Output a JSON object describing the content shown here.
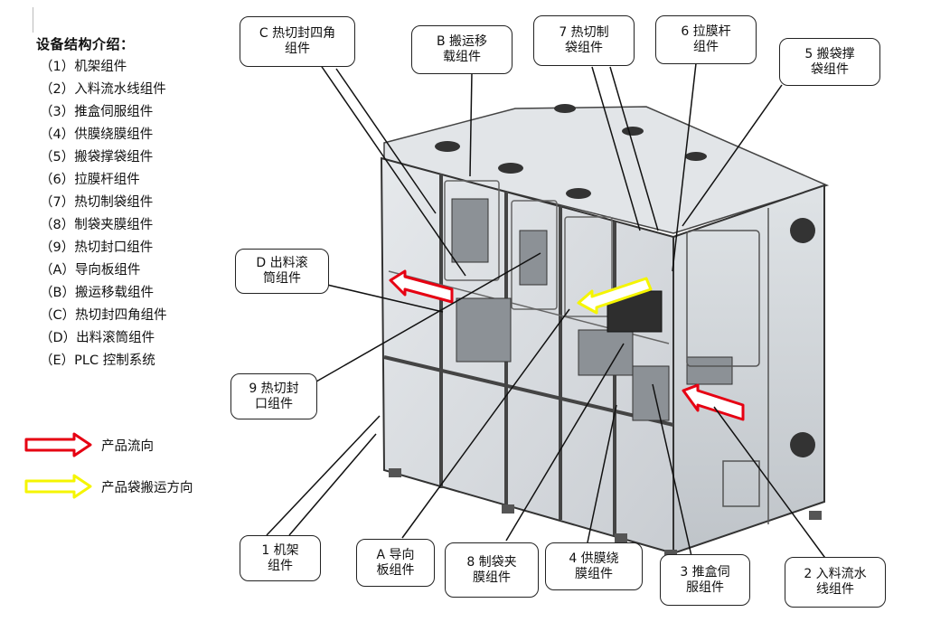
{
  "legend": {
    "title": "设备结构介绍：",
    "items": [
      "（1）机架组件",
      "（2）入料流水线组件",
      "（3）推盒伺服组件",
      "（4）供膜绕膜组件",
      "（5）搬袋撑袋组件",
      "（6）拉膜杆组件",
      "（7）热切制袋组件",
      "（8）制袋夹膜组件",
      "（9）热切封口组件",
      "（A）导向板组件",
      "（B）搬运移载组件",
      "（C）热切封四角组件",
      "（D）出料滚筒组件",
      "（E）PLC 控制系统"
    ]
  },
  "arrow_legend": {
    "product_flow": {
      "label": "产品流向",
      "color": "#e60012"
    },
    "bag_transport": {
      "label": "产品袋搬运方向",
      "color": "#f5f500"
    }
  },
  "callouts": {
    "c": "C 热切封四角\n组件",
    "b": "B 搬运移\n载组件",
    "7": "7 热切制\n袋组件",
    "6": "6 拉膜杆\n组件",
    "5": "5 搬袋撑\n袋组件",
    "d": "D 出料滚\n筒组件",
    "9": "9 热切封\n口组件",
    "1": "1 机架\n组件",
    "a": "A 导向\n板组件",
    "8": "8 制袋夹\n膜组件",
    "4": "4 供膜绕\n膜组件",
    "3": "3 推盒伺\n服组件",
    "2": "2 入料流水\n线组件"
  }
}
